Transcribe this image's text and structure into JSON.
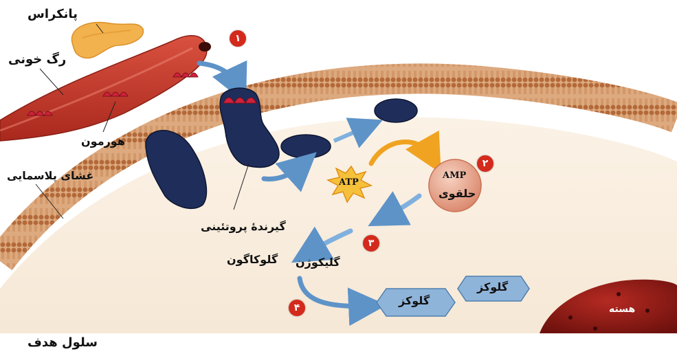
{
  "labels": {
    "pancreas": "پانکراس",
    "blood_vessel": "رگ خونی",
    "hormone": "هورمون",
    "plasma_membrane": "غشای پلاسمایی",
    "receptor_line1": "گیرندهٔ پروتئینی",
    "receptor_line2": "گلوکاگون",
    "atp": "ATP",
    "amp_line1": "AMP",
    "amp_line2": "حلقوی",
    "glycogen": "گلیکوژن",
    "glucose_1": "گلوکز",
    "glucose_2": "گلوکز",
    "nucleus": "هسته",
    "target_cell": "سلول هدف"
  },
  "steps": [
    "۱",
    "۲",
    "۳",
    "۴"
  ],
  "colors": {
    "vessel": "#c83a2c",
    "membrane": "#c98856",
    "receptor": "#1f2d5a",
    "hormone": "#d1213a",
    "badge": "#d42a1c",
    "glucose": "#8fb4da",
    "amp": "#e9a98f",
    "nucleus": "#9c1f1a",
    "pancreas": "#f2b24d",
    "arrow": "#5e93c8"
  }
}
